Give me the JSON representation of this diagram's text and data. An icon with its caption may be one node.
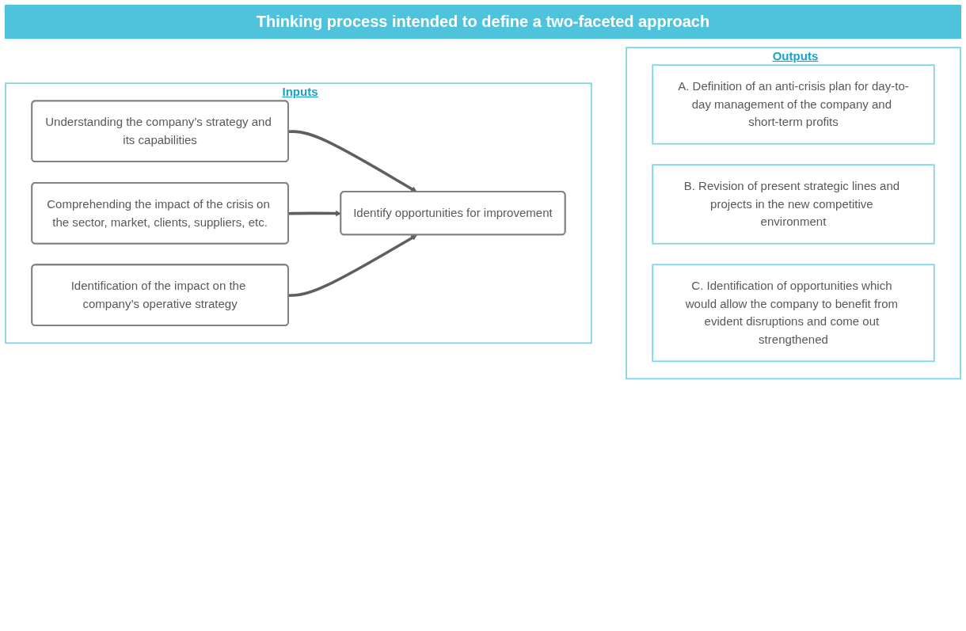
{
  "diagram": {
    "title": "Thinking process intended to define a two-faceted approach",
    "nodes": [
      {
        "text": [
          "Inputs"
        ]
      },
      {
        "text": [
          "Understanding the company’s strategy and its capabilities"
        ],
        "in": 0
      },
      {
        "text": [
          "Comprehending the impact of the crisis on the sector, market, clients, suppliers, etc."
        ],
        "in": 0
      },
      {
        "text": [
          "Identification of the impact on the company’s operative strategy"
        ],
        "in": 0
      },
      {
        "text": [
          "Identify opportunities for improvement"
        ],
        "in": 0
      },
      {
        "text": [
          "Outputs"
        ]
      },
      {
        "text": [
          "A. Definition of an anti-crisis plan for day-to-day management of the company and short-term profits"
        ],
        "in": 5
      },
      {
        "text": [
          "B. Revision of present strategic lines and projects in the new competitive environment"
        ],
        "in": 5
      },
      {
        "text": [
          "C. Identification of opportunities which would allow the company to benefit from evident disruptions and come out strengthened"
        ],
        "in": 5
      }
    ],
    "edges": [
      {
        "from": 1,
        "to": 4,
        "arrow": "to"
      },
      {
        "from": 2,
        "to": 4,
        "arrow": "to"
      },
      {
        "from": 3,
        "to": 4,
        "arrow": "to"
      }
    ]
  }
}
